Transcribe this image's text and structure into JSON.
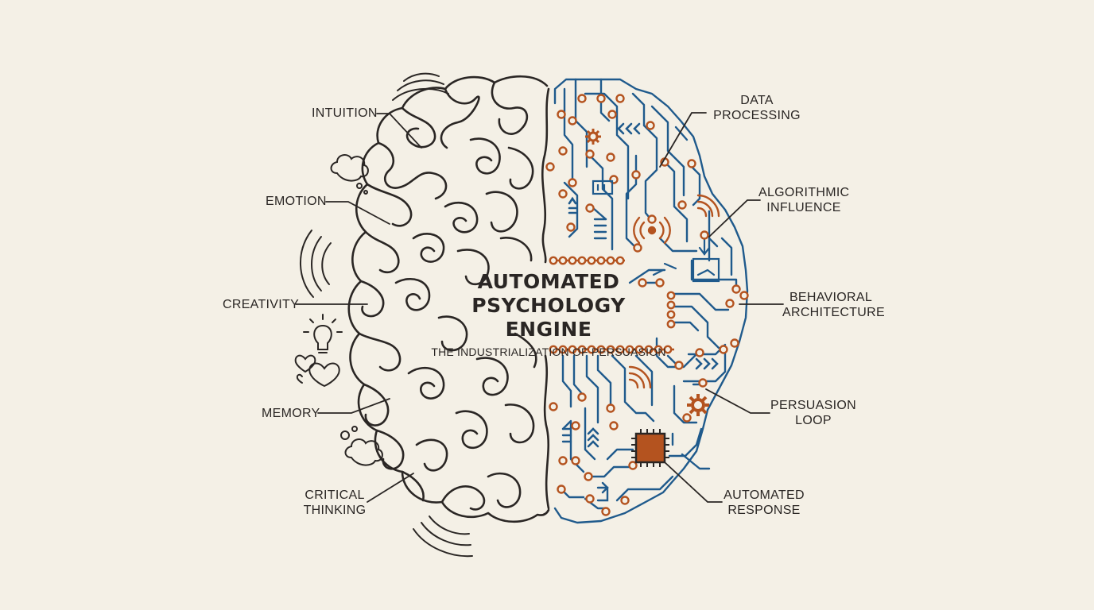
{
  "title": {
    "line1": "AUTOMATED",
    "line2": "PSYCHOLOGY ENGINE",
    "subtitle": "THE INDUSTRIALIZATION OF PERSUASION"
  },
  "left_labels": {
    "intuition": "INTUITION",
    "emotion": "EMOTION",
    "creativity": "CREATIVITY",
    "memory": "MEMORY",
    "critical_1": "CRITICAL",
    "critical_2": "THINKING"
  },
  "right_labels": {
    "data_1": "DATA",
    "data_2": "PROCESSING",
    "algo_1": "ALGORITHMIC",
    "algo_2": "INFLUENCE",
    "behav_1": "BEHAVIORAL",
    "behav_2": "ARCHITECTURE",
    "persuasion_1": "PERSUASION",
    "persuasion_2": "LOOP",
    "auto_1": "AUTOMATED",
    "auto_2": "RESPONSE"
  },
  "colors": {
    "background": "#f4f0e6",
    "ink": "#2a2624",
    "circuit_blue": "#1f5a8c",
    "circuit_orange": "#b4531f"
  },
  "icons": {
    "left_side": [
      "sound-wave-icon",
      "thought-cloud-icon",
      "lightbulb-icon",
      "heart-icon"
    ],
    "right_side": [
      "gear-icon",
      "chevron-arrows-icon",
      "signal-icon",
      "microchip-icon",
      "switch-icon"
    ]
  }
}
